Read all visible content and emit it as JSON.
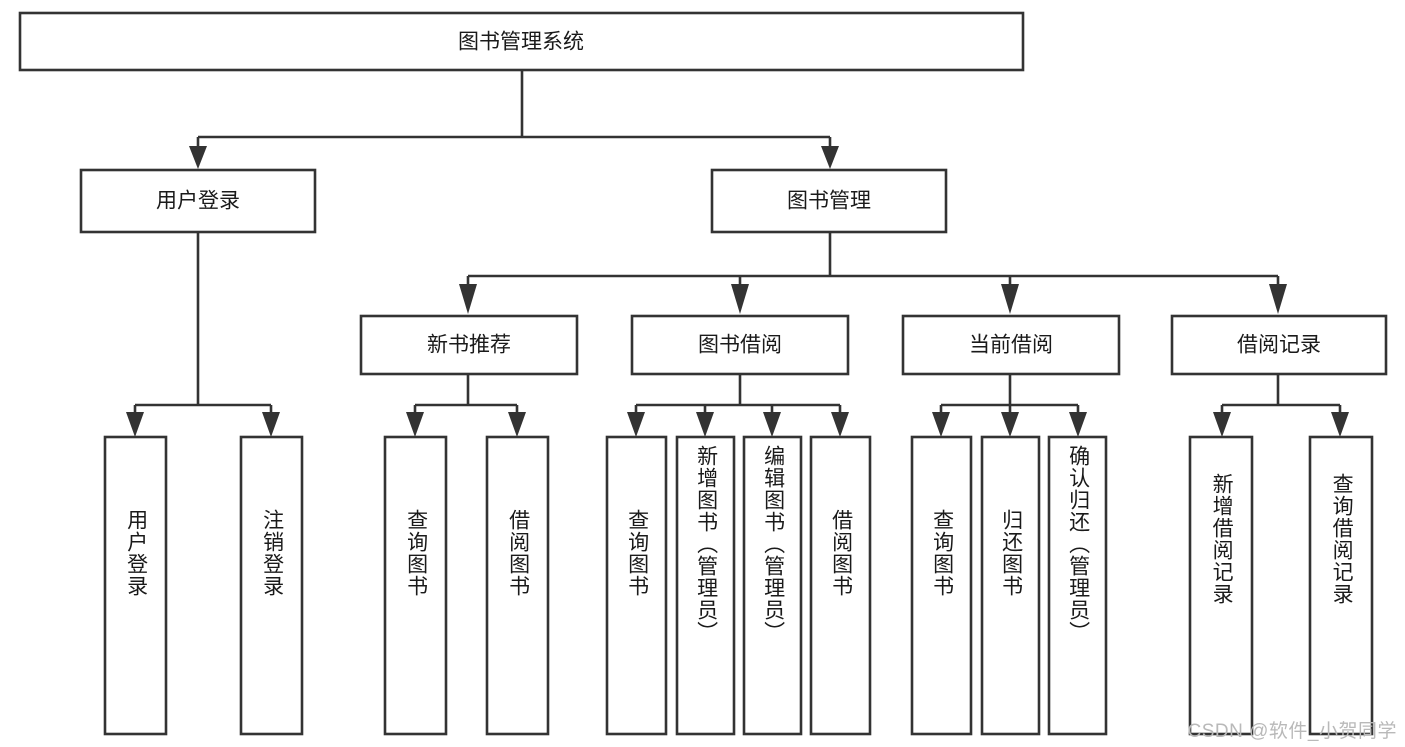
{
  "diagram": {
    "type": "tree-hierarchy",
    "title": "图书管理系统",
    "watermark": "CSDN @软件_小贺同学",
    "colors": {
      "box_stroke": "#333333",
      "box_fill": "#ffffff",
      "text": "#1a1a1a",
      "watermark": "#b9b9b9",
      "background": "#ffffff"
    },
    "root": {
      "label": "图书管理系统"
    },
    "level2": [
      {
        "label": "用户登录"
      },
      {
        "label": "图书管理"
      }
    ],
    "level3": [
      {
        "label": "新书推荐"
      },
      {
        "label": "图书借阅"
      },
      {
        "label": "当前借阅"
      },
      {
        "label": "借阅记录"
      }
    ],
    "leaves": {
      "user_login": [
        {
          "label": "用户登录"
        },
        {
          "label": "注销登录"
        }
      ],
      "new_book_recommend": [
        {
          "label": "查询图书"
        },
        {
          "label": "借阅图书"
        }
      ],
      "book_borrow": [
        {
          "label": "查询图书"
        },
        {
          "label": "新增图书（管理员）"
        },
        {
          "label": "编辑图书（管理员）"
        },
        {
          "label": "借阅图书"
        }
      ],
      "current_borrow": [
        {
          "label": "查询图书"
        },
        {
          "label": "归还图书"
        },
        {
          "label": "确认归还（管理员）"
        }
      ],
      "borrow_record": [
        {
          "label": "新增借阅记录"
        },
        {
          "label": "查询借阅记录"
        }
      ]
    }
  }
}
